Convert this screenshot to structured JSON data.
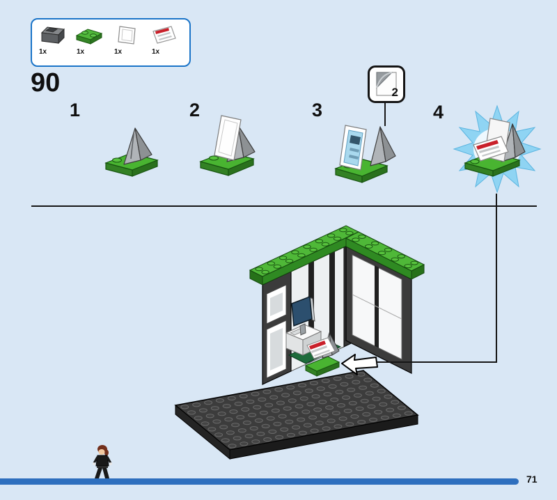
{
  "step": {
    "number": "90"
  },
  "parts_box": {
    "items": [
      {
        "count": "1x",
        "part": "dark-gray-bracket"
      },
      {
        "count": "1x",
        "part": "green-plate-1x2"
      },
      {
        "count": "1x",
        "part": "white-panel"
      },
      {
        "count": "1x",
        "part": "newspaper-tile"
      }
    ]
  },
  "substeps": [
    {
      "label": "1"
    },
    {
      "label": "2"
    },
    {
      "label": "3"
    },
    {
      "label": "4"
    }
  ],
  "sticker_callout": {
    "number": "2"
  },
  "progress": {
    "page_number": "71"
  },
  "colors": {
    "background": "#d9e7f5",
    "parts_box_border": "#1a74c8",
    "lego_green": "#49b431",
    "lego_green_dark": "#2f8a22",
    "black_part": "#3c3c3c",
    "gray_part": "#aeb2b6",
    "newspaper_red": "#c9202a",
    "burst_blue": "#8fd4f3",
    "progress_blue": "#2e6fbe"
  }
}
